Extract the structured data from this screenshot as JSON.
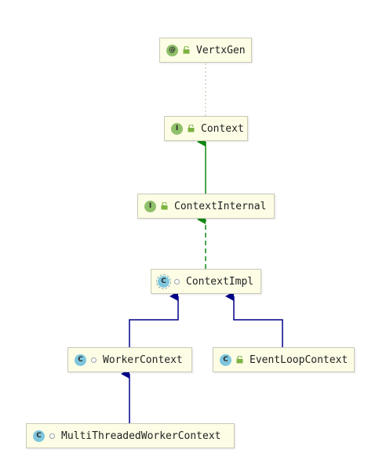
{
  "diagram": {
    "nodes": [
      {
        "id": "VertxGen",
        "name": "VertxGen",
        "kind": "annotation",
        "badge": "@",
        "visibility": "public"
      },
      {
        "id": "Context",
        "name": "Context",
        "kind": "interface",
        "badge": "I",
        "visibility": "public"
      },
      {
        "id": "ContextInternal",
        "name": "ContextInternal",
        "kind": "interface",
        "badge": "I",
        "visibility": "public"
      },
      {
        "id": "ContextImpl",
        "name": "ContextImpl",
        "kind": "abstract-class",
        "badge": "C",
        "visibility": "package"
      },
      {
        "id": "WorkerContext",
        "name": "WorkerContext",
        "kind": "class",
        "badge": "C",
        "visibility": "package"
      },
      {
        "id": "EventLoopContext",
        "name": "EventLoopContext",
        "kind": "class",
        "badge": "C",
        "visibility": "public"
      },
      {
        "id": "MultiThreadedWorkerContext",
        "name": "MultiThreadedWorkerContext",
        "kind": "class",
        "badge": "C",
        "visibility": "package"
      }
    ],
    "edges": [
      {
        "from": "Context",
        "to": "VertxGen",
        "type": "annotated-with",
        "style": "dotted",
        "color": "#b8b8a0"
      },
      {
        "from": "ContextInternal",
        "to": "Context",
        "type": "extends",
        "style": "solid",
        "color": "#118811"
      },
      {
        "from": "ContextImpl",
        "to": "ContextInternal",
        "type": "implements",
        "style": "dashed",
        "color": "#118811"
      },
      {
        "from": "WorkerContext",
        "to": "ContextImpl",
        "type": "extends",
        "style": "solid",
        "color": "#000088"
      },
      {
        "from": "EventLoopContext",
        "to": "ContextImpl",
        "type": "extends",
        "style": "solid",
        "color": "#000088"
      },
      {
        "from": "MultiThreadedWorkerContext",
        "to": "WorkerContext",
        "type": "extends",
        "style": "solid",
        "color": "#000088"
      }
    ]
  }
}
